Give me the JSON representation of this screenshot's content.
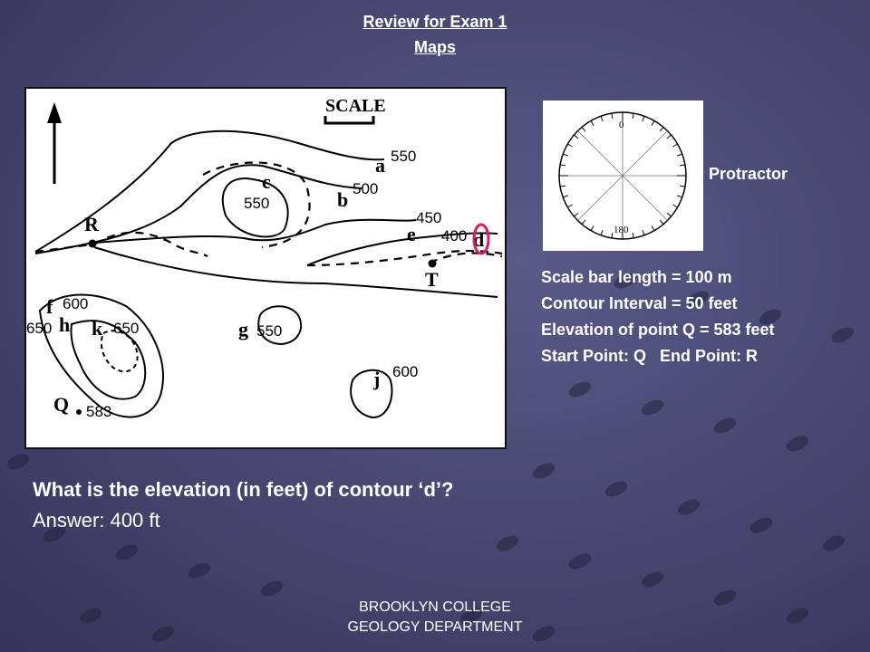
{
  "header": {
    "title": "Review for Exam 1",
    "subtitle": "Maps"
  },
  "map": {
    "scale_label": "SCALE",
    "points": {
      "R": "R",
      "T": "T",
      "Q": "Q"
    },
    "letters": {
      "a": "a",
      "b": "b",
      "c": "c",
      "d": "d",
      "e": "e",
      "f": "f",
      "g": "g",
      "h": "h",
      "j": "j",
      "k": "k"
    },
    "contour_values": {
      "c550_top": "550",
      "c500": "500",
      "c550_inner": "550",
      "c450": "450",
      "c400": "400",
      "c600_f": "600",
      "c650_left": "650",
      "c650_k": "650",
      "c550_g": "550",
      "c600_j": "600",
      "c583": "583"
    },
    "highlight_color": "#e0186c"
  },
  "protractor": {
    "label": "Protractor",
    "top_mark": "0",
    "bottom_mark": "180"
  },
  "info": {
    "line1": "Scale bar length = 100 m",
    "line2": "Contour Interval = 50 feet",
    "line3": "Elevation of point Q = 583 feet",
    "line4": "Start Point: Q   End Point: R"
  },
  "question": "What is the elevation (in feet) of contour ‘d’?",
  "answer": "Answer: 400 ft",
  "footer": {
    "line1": "BROOKLYN COLLEGE",
    "line2": "GEOLOGY DEPARTMENT"
  }
}
